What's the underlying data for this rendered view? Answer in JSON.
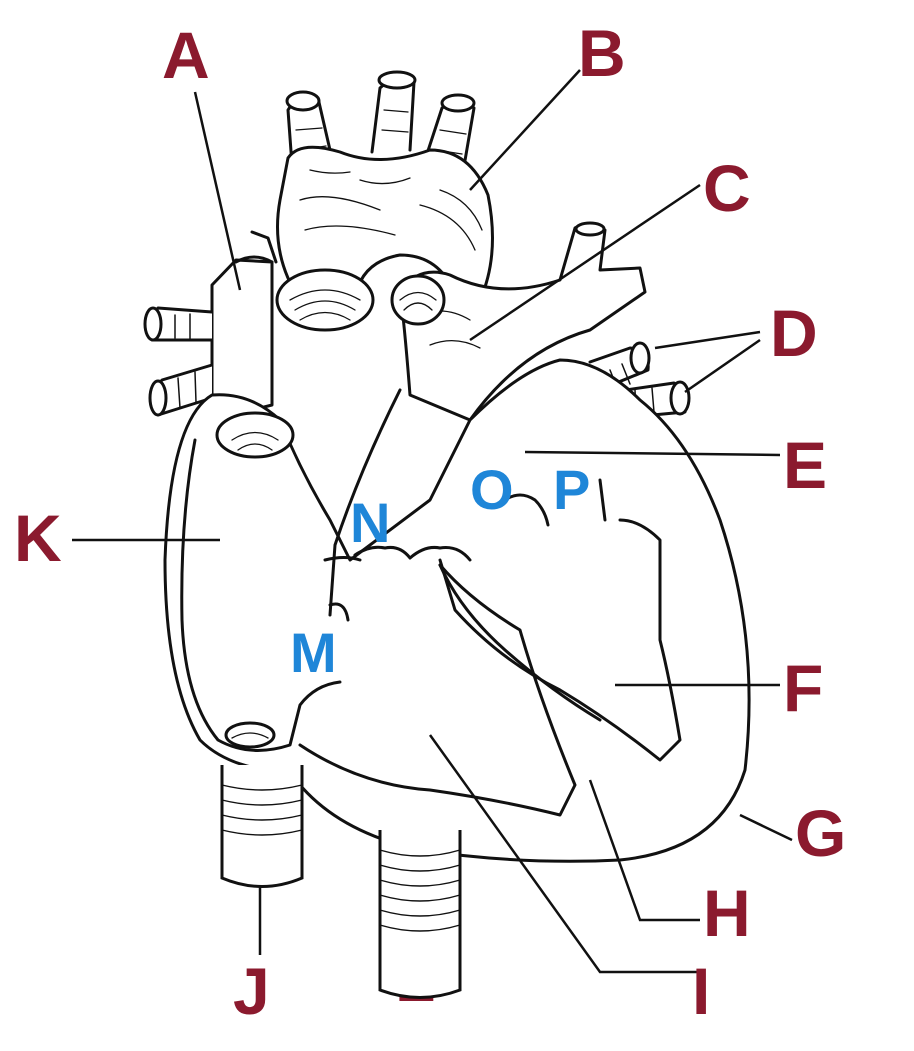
{
  "colors": {
    "label_red": "#8b1a2e",
    "label_blue": "#1f86d8",
    "ink": "#111111",
    "paper": "#ffffff"
  },
  "labels": {
    "A": "A",
    "B": "B",
    "C": "C",
    "D": "D",
    "E": "E",
    "F": "F",
    "G": "G",
    "H": "H",
    "I": "I",
    "J": "J",
    "K": "K",
    "L": "L",
    "M": "M",
    "N": "N",
    "O": "O",
    "P": "P"
  }
}
